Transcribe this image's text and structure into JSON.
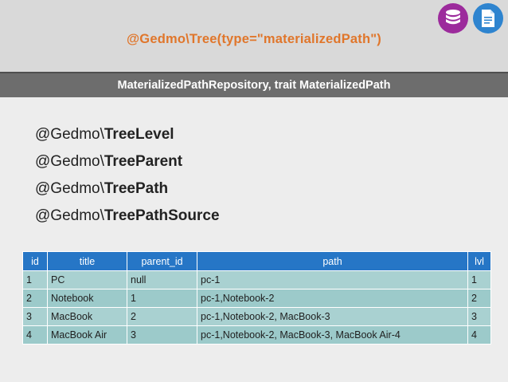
{
  "header": {
    "title": "@Gedmo\\Tree(type=\"materializedPath\")",
    "subtitle": "MaterializedPathRepository, trait MaterializedPath",
    "icons": [
      "database-icon",
      "document-icon"
    ],
    "colors": {
      "title": "#e0762b",
      "header_bg": "#d9d9d9",
      "subbar_bg": "#6d6d6d",
      "database_badge": "#9c2b9c",
      "document_badge": "#2e84cf"
    }
  },
  "annotations": [
    {
      "namespace": "@Gedmo\\",
      "name": "TreeLevel"
    },
    {
      "namespace": "@Gedmo\\",
      "name": "TreeParent"
    },
    {
      "namespace": "@Gedmo\\",
      "name": "TreePath"
    },
    {
      "namespace": "@Gedmo\\",
      "name": "TreePathSource"
    }
  ],
  "table": {
    "columns": [
      "id",
      "title",
      "parent_id",
      "path",
      "lvl"
    ],
    "rows": [
      [
        "1",
        "PC",
        "null",
        "pc-1",
        "1"
      ],
      [
        "2",
        "Notebook",
        "1",
        "pc-1,Notebook-2",
        "2"
      ],
      [
        "3",
        "MacBook",
        "2",
        "pc-1,Notebook-2, MacBook-3",
        "3"
      ],
      [
        "4",
        "MacBook Air",
        "3",
        "pc-1,Notebook-2, MacBook-3, MacBook Air-4",
        "4"
      ]
    ],
    "colors": {
      "header_bg": "#2676c6",
      "row_bg": "#a9d1d1"
    }
  }
}
